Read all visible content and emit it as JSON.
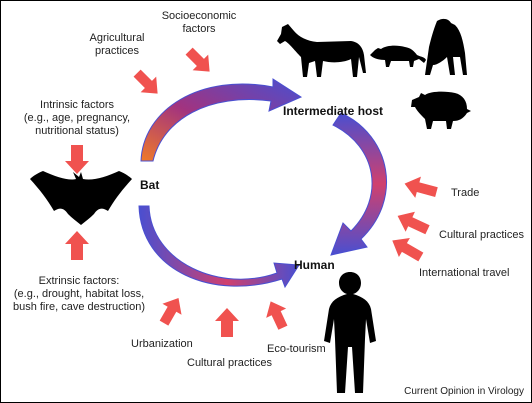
{
  "nodes": {
    "bat": "Bat",
    "intermediate_host": "Intermediate host",
    "human": "Human"
  },
  "factors": {
    "agricultural": [
      "Agricultural",
      "practices"
    ],
    "socioeconomic": [
      "Socioeconomic",
      "factors"
    ],
    "intrinsic": [
      "Intrinsic factors",
      "(e.g., age, pregnancy,",
      "nutritional status)"
    ],
    "extrinsic": [
      "Extrinsic factors:",
      "(e.g., drought, habitat loss,",
      "bush fire, cave destruction)"
    ],
    "trade": "Trade",
    "cultural_right": "Cultural practices",
    "international_travel": "International travel",
    "urbanization": "Urbanization",
    "cultural_bottom": "Cultural practices",
    "eco_tourism": "Eco-tourism"
  },
  "credit": "Current Opinion in Virology",
  "colors": {
    "arrow_red": "#f0524f",
    "cycle_blue": "#4a4fd0",
    "cycle_purple": "#9b2f8a",
    "cycle_orange": "#f07a2a",
    "silhouette": "#000000"
  },
  "icons": [
    "bat-icon",
    "horse-icon",
    "civet-icon",
    "primate-icon",
    "pig-icon",
    "human-icon"
  ]
}
